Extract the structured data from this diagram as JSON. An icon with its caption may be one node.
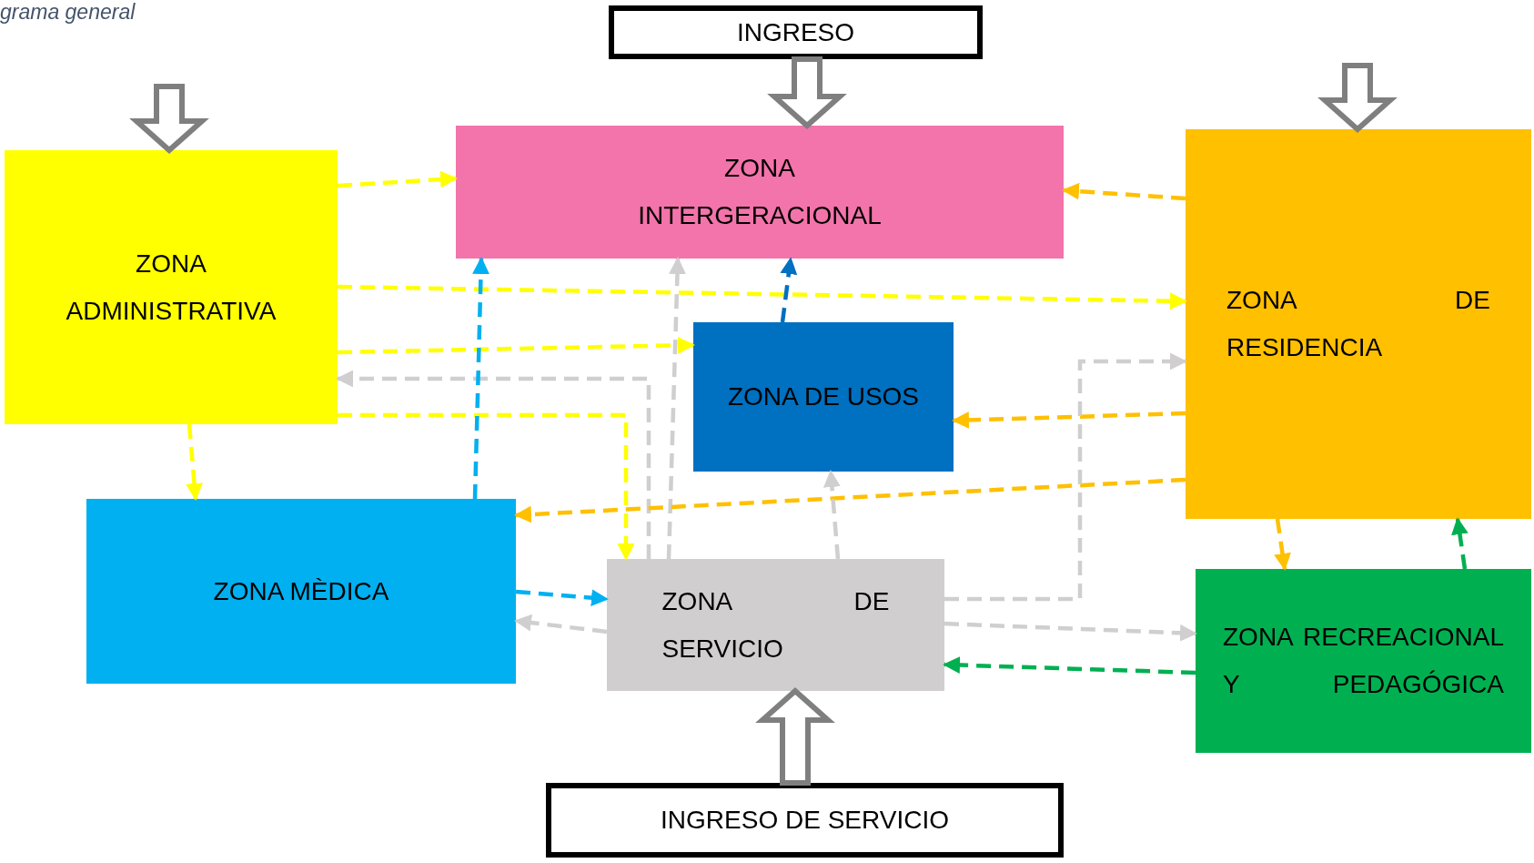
{
  "diagram": {
    "title": "grama general",
    "nodes": [
      {
        "text": [
          "INGRESO"
        ]
      },
      {
        "text": [
          "ZONA INTERGERACIONAL"
        ]
      },
      {
        "text": [
          "ZONA ADMINISTRATIVA"
        ]
      },
      {
        "text": [
          "ZONA DE RESIDENCIA"
        ]
      },
      {
        "text": [
          "ZONA DE USOS"
        ]
      },
      {
        "text": [
          "ZONA MÈDICA"
        ]
      },
      {
        "text": [
          "ZONA DE SERVICIO"
        ]
      },
      {
        "text": [
          "ZONA RECREACIONAL Y PEDAGÓGICA"
        ]
      },
      {
        "text": [
          "INGRESO DE SERVICIO"
        ]
      }
    ],
    "edges": [
      {
        "from": 0,
        "to": 1,
        "arrow": "to",
        "style": "thick",
        "color": "#7f7f7f"
      },
      {
        "from": null,
        "to": 2,
        "arrow": "to",
        "style": "thick",
        "color": "#7f7f7f"
      },
      {
        "from": null,
        "to": 3,
        "arrow": "to",
        "style": "thick",
        "color": "#7f7f7f"
      },
      {
        "from": 8,
        "to": 6,
        "arrow": "to",
        "style": "thick",
        "color": "#7f7f7f"
      },
      {
        "from": 2,
        "to": 1,
        "arrow": "to",
        "style": "dashed",
        "color": "#ffff00"
      },
      {
        "from": 2,
        "to": 3,
        "arrow": "to",
        "style": "dashed",
        "color": "#ffff00"
      },
      {
        "from": 2,
        "to": 4,
        "arrow": "to",
        "style": "dashed",
        "color": "#ffff00"
      },
      {
        "from": 2,
        "to": 6,
        "arrow": "to",
        "style": "dashed",
        "color": "#ffff00"
      },
      {
        "from": 2,
        "to": 5,
        "arrow": "to",
        "style": "dashed",
        "color": "#ffff00"
      },
      {
        "from": 6,
        "to": 2,
        "arrow": "to",
        "style": "dashed",
        "color": "#d0cece"
      },
      {
        "from": 6,
        "to": 1,
        "arrow": "to",
        "style": "dashed",
        "color": "#d0cece"
      },
      {
        "from": 5,
        "to": 1,
        "arrow": "to",
        "style": "dashed",
        "color": "#00b0f0"
      },
      {
        "from": 4,
        "to": 1,
        "arrow": "to",
        "style": "dashed",
        "color": "#0070c0"
      },
      {
        "from": 3,
        "to": 1,
        "arrow": "to",
        "style": "dashed",
        "color": "#ffc000"
      },
      {
        "from": 3,
        "to": 4,
        "arrow": "to",
        "style": "dashed",
        "color": "#ffc000"
      },
      {
        "from": 3,
        "to": 5,
        "arrow": "to",
        "style": "dashed",
        "color": "#ffc000"
      },
      {
        "from": 6,
        "to": 4,
        "arrow": "to",
        "style": "dashed",
        "color": "#d0cece"
      },
      {
        "from": 5,
        "to": 6,
        "arrow": "to",
        "style": "dashed",
        "color": "#00b0f0"
      },
      {
        "from": 6,
        "to": 5,
        "arrow": "to",
        "style": "dashed",
        "color": "#d0cece"
      },
      {
        "from": 6,
        "to": 3,
        "arrow": "to",
        "style": "dashed",
        "color": "#d0cece"
      },
      {
        "from": 6,
        "to": 7,
        "arrow": "to",
        "style": "dashed",
        "color": "#d0cece"
      },
      {
        "from": 7,
        "to": 6,
        "arrow": "to",
        "style": "dashed",
        "color": "#00b050"
      },
      {
        "from": 3,
        "to": 7,
        "arrow": "to",
        "style": "dashed",
        "color": "#ffc000"
      },
      {
        "from": 7,
        "to": 3,
        "arrow": "to",
        "style": "dashed",
        "color": "#00b050"
      }
    ]
  }
}
